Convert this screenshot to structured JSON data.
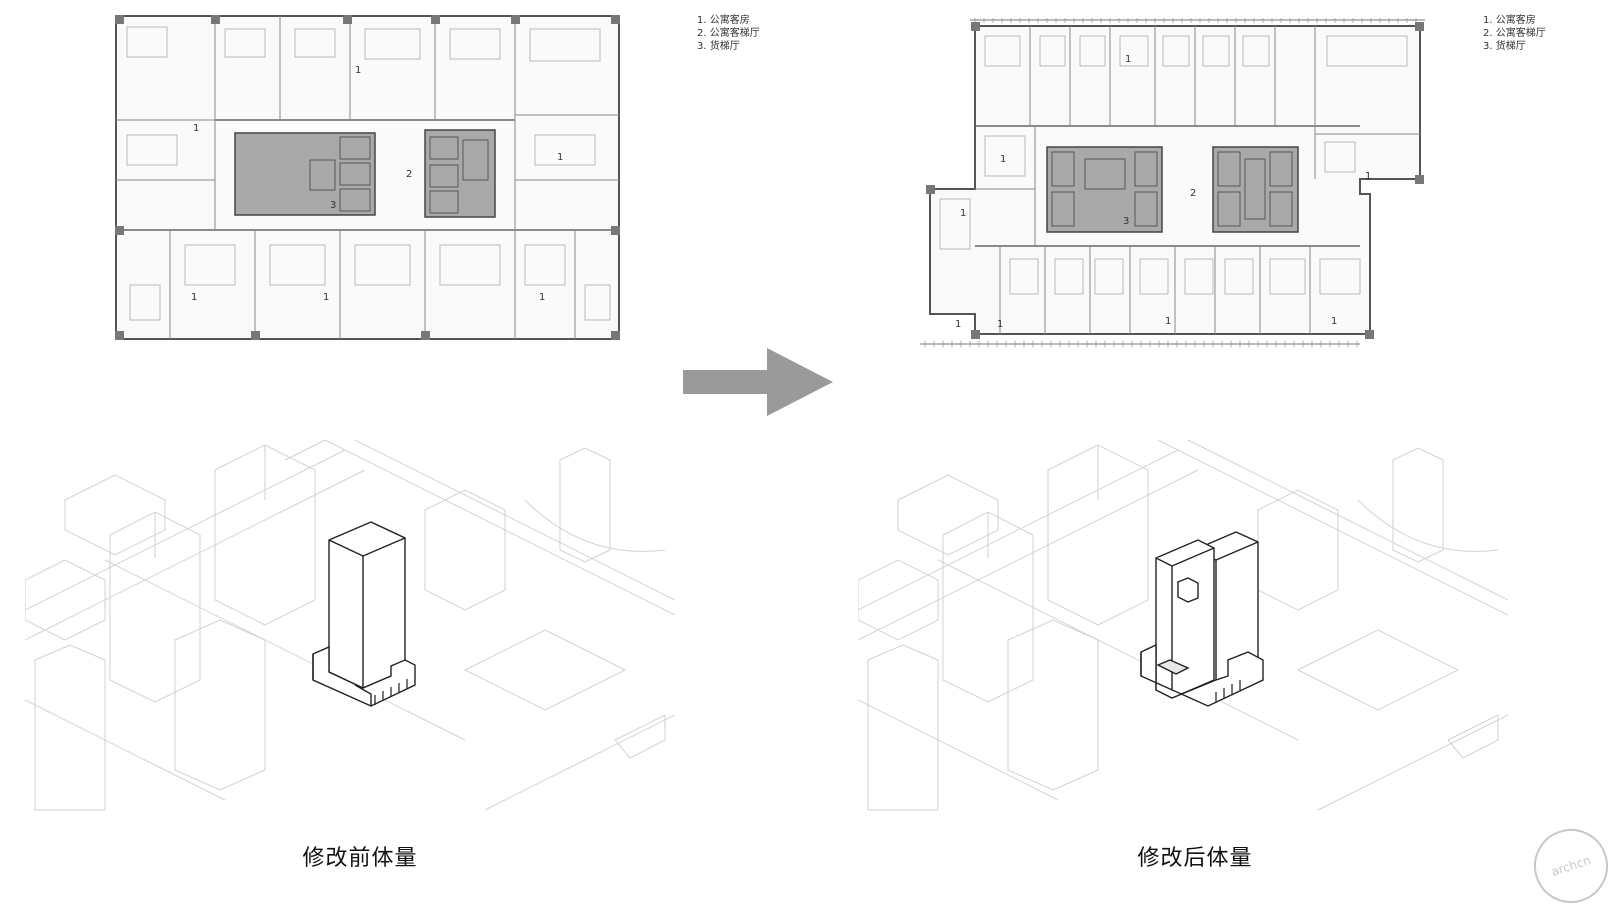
{
  "legend_before": [
    "1. 公寓客房",
    "2. 公寓客梯厅",
    "3. 货梯厅"
  ],
  "legend_after": [
    "1. 公寓客房",
    "2. 公寓客梯厅",
    "3. 货梯厅"
  ],
  "plan_before_labels": [
    "1",
    "1",
    "1",
    "2",
    "3",
    "1",
    "1",
    "1"
  ],
  "plan_after_labels": [
    "1",
    "1",
    "1",
    "1",
    "2",
    "3",
    "1",
    "1",
    "1",
    "1"
  ],
  "caption_before": "修改前体量",
  "caption_after": "修改后体量",
  "watermark": "archcn",
  "colors": {
    "core_fill": "#a9a9a9",
    "line": "#555555",
    "context_line": "#d2d2d2",
    "arrow": "#9a9a9a"
  }
}
